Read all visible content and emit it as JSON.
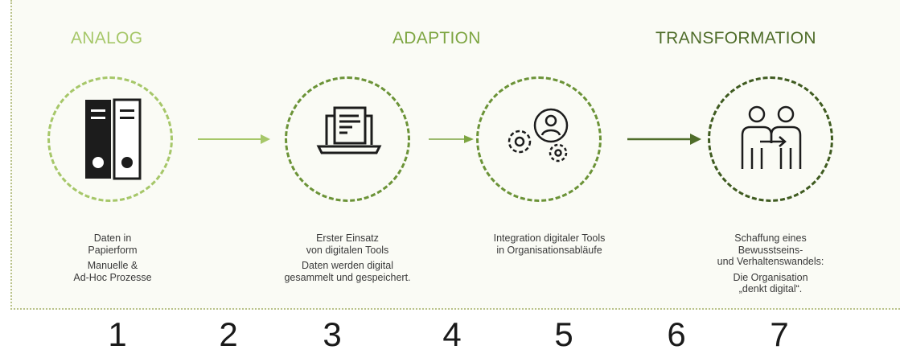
{
  "stages": {
    "analog": {
      "title": "ANALOG",
      "caption_a": [
        "Daten in",
        "Papierform"
      ],
      "caption_b": [
        "Manuelle &",
        "Ad-Hoc Prozesse"
      ]
    },
    "adaption": {
      "title": "ADAPTION",
      "step1_caption_a": [
        "Erster Einsatz",
        "von digitalen Tools"
      ],
      "step1_caption_b": [
        "Daten werden digital",
        "gesammelt und gespeichert."
      ],
      "step2_caption": [
        "Integration digitaler Tools",
        "in Organisationsabläufe"
      ]
    },
    "transformation": {
      "title": "TRANSFORMATION",
      "caption_a": [
        "Schaffung eines",
        "Bewusstseins-",
        "und Verhaltenswandels:"
      ],
      "caption_b": [
        "Die Organisation",
        "„denkt digital“."
      ]
    }
  },
  "numbers": [
    "1",
    "2",
    "3",
    "4",
    "5",
    "6",
    "7"
  ],
  "icons": [
    "binder-folders-icon",
    "laptop-document-icon",
    "gears-user-icon",
    "people-handshake-icon"
  ],
  "colors": {
    "analog": "#a6c769",
    "adaption": "#7da541",
    "transformation": "#4f6d2a",
    "panel_border": "#b9c28a"
  }
}
